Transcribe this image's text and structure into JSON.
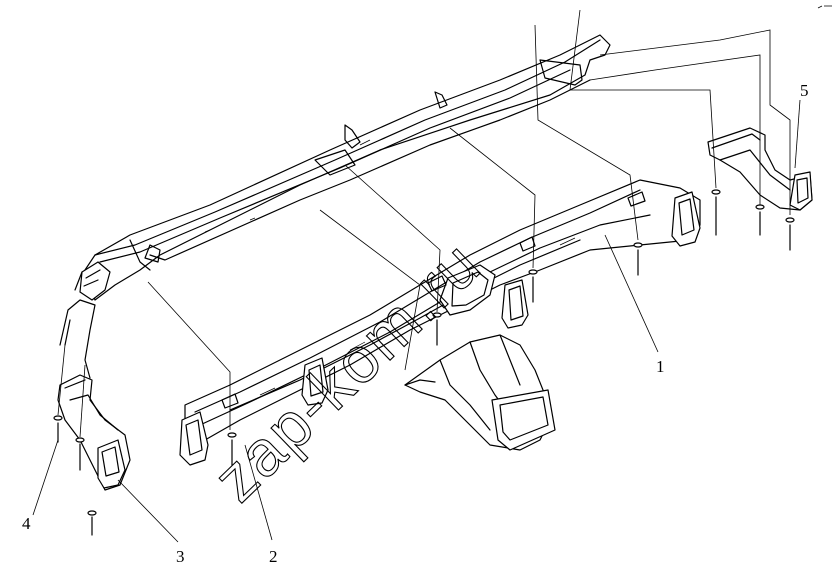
{
  "callouts": [
    {
      "id": "1",
      "label": "1"
    },
    {
      "id": "2",
      "label": "2"
    },
    {
      "id": "3",
      "label": "3"
    },
    {
      "id": "4",
      "label": "4"
    },
    {
      "id": "5",
      "label": "5"
    }
  ],
  "watermark": "zap-kom.ru"
}
